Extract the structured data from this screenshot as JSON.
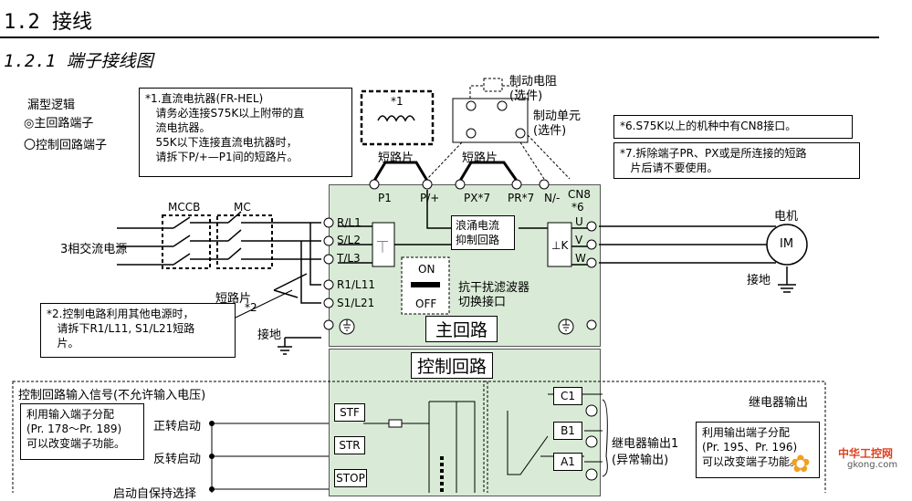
{
  "header": {
    "section": "1.2  接线",
    "subsection": "1.2.1  端子接线图"
  },
  "legend": {
    "title": "漏型逻辑",
    "main_terminal": "◎主回路端子",
    "control_terminal": "〇控制回路端子"
  },
  "notes": {
    "n1": "*1.直流电抗器(FR-HEL)\n   请务必连接S75K以上附带的直\n   流电抗器。\n   55K以下连接直流电抗器时，\n   请拆下P/+—P1间的短路片。",
    "n1_tag": "*1",
    "n2": "*2.控制电路利用其他电源时，\n   请拆下R1/L11, S1/L21短路\n   片。",
    "n2_tag": "*2",
    "n6": "*6.S75K以上的机种中有CN8接口。",
    "n7": "*7.拆除端子PR、PX或是所连接的短路\n   片后请不要使用。"
  },
  "labels": {
    "brake_resistor": "制动电阻\n(选件)",
    "brake_unit": "制动单元\n(选件)",
    "short_bar_1": "短路片",
    "short_bar_2": "短路片",
    "short_bar_3": "短路片",
    "mccb": "MCCB",
    "mc": "MC",
    "power": "3相交流电源",
    "ground_left": "接地",
    "ground_right": "接地",
    "motor": "电机",
    "motor_symbol": "IM",
    "inrush": "浪涌电流\n抑制回路",
    "emc_on": "ON",
    "emc_off": "OFF",
    "emc_label": "抗干扰滤波器\n切换接口",
    "main_circuit": "主回路",
    "control_circuit": "控制回路",
    "cn8": "CN8",
    "cn8_tag": "*6"
  },
  "terminals": {
    "p1": "P1",
    "pplus": "P/+",
    "px": "PX*7",
    "pr": "PR*7",
    "nminus": "N/-",
    "r": "R/L1",
    "s": "S/L2",
    "t": "T/L3",
    "r1": "R1/L11",
    "s1": "S1/L21",
    "u": "U",
    "v": "V",
    "w": "W"
  },
  "control": {
    "input_title": "控制回路输入信号(不允许输入电压)",
    "input_note": "利用输入端子分配\n(Pr. 178～Pr. 189)\n可以改变端子功能。",
    "forward": "正转启动",
    "reverse": "反转启动",
    "self_hold": "启动自保持选择",
    "stf": "STF",
    "str": "STR",
    "stop": "STOP",
    "relay_title": "继电器输出",
    "c1": "C1",
    "b1": "B1",
    "a1": "A1",
    "relay1": "继电器输出1\n(异常输出)",
    "relay_note": "利用输出端子分配\n(Pr. 195、Pr. 196)\n可以改变端子功能。"
  },
  "watermark": {
    "brand": "中华工控网",
    "url": "gkong.com"
  }
}
